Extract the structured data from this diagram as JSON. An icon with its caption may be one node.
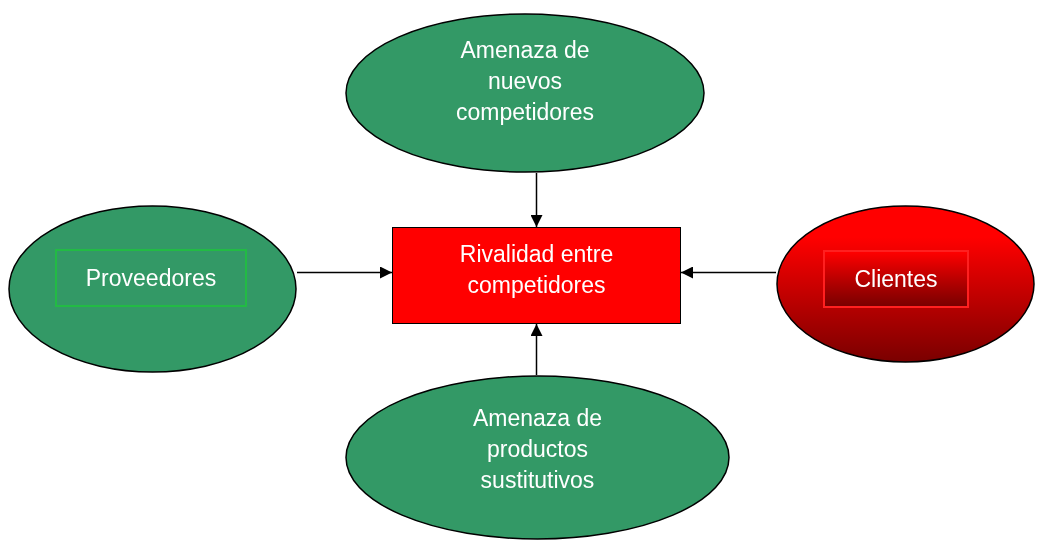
{
  "diagram": {
    "nodes": [
      {
        "text": [
          "Amenaza de nuevos competidores"
        ]
      },
      {
        "text": [],
        "shape": "ellipse"
      },
      {
        "text": [
          "Proveedores"
        ],
        "in": 1
      },
      {
        "text": [
          "Rivalidad entre competidores"
        ]
      },
      {
        "text": [],
        "shape": "ellipse"
      },
      {
        "text": [
          "Clientes"
        ],
        "in": 4
      },
      {
        "text": [
          "Amenaza de productos sustitutivos"
        ]
      }
    ],
    "edges": [
      {
        "from": 0,
        "to": 3,
        "arrow": "to"
      },
      {
        "from": 1,
        "to": 3,
        "arrow": "to"
      },
      {
        "from": 4,
        "to": 3,
        "arrow": "to"
      },
      {
        "from": 6,
        "to": 3,
        "arrow": "to"
      }
    ]
  }
}
